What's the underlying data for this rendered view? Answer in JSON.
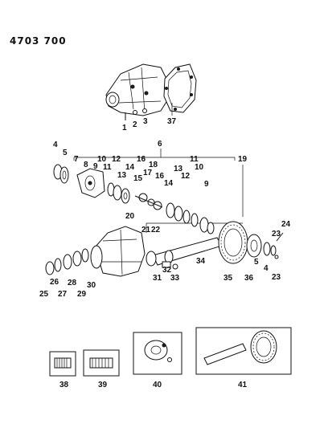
{
  "header": {
    "code": "4703 700"
  },
  "callouts": {
    "c1": "1",
    "c2": "2",
    "c3": "3",
    "c4a": "4",
    "c4b": "4",
    "c5a": "5",
    "c5b": "5",
    "c6": "6",
    "c7": "7",
    "c8": "8",
    "c9a": "9",
    "c9b": "9",
    "c10a": "10",
    "c10b": "10",
    "c11a": "11",
    "c11b": "11",
    "c12a": "12",
    "c12b": "12",
    "c13a": "13",
    "c13b": "13",
    "c14a": "14",
    "c14b": "14",
    "c15": "15",
    "c16a": "16",
    "c16b": "16",
    "c17": "17",
    "c18": "18",
    "c19": "19",
    "c20": "20",
    "c21": "21",
    "c22": "22",
    "c23a": "23",
    "c23b": "23",
    "c24": "24",
    "c25": "25",
    "c26": "26",
    "c27": "27",
    "c28": "28",
    "c29": "29",
    "c30": "30",
    "c31": "31",
    "c32": "32",
    "c33": "33",
    "c34": "34",
    "c35": "35",
    "c36": "36",
    "c37": "37",
    "c38": "38",
    "c39": "39",
    "c40": "40",
    "c41": "41"
  }
}
